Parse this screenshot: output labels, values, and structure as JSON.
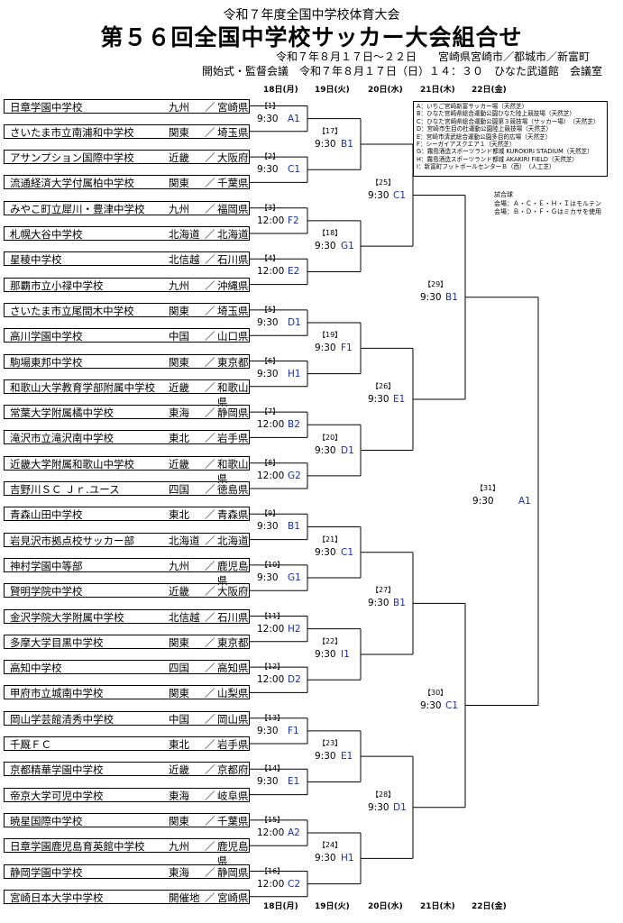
{
  "header": {
    "subtitle": "令和７年度全国中学校体育大会",
    "title": "第５６回全国中学校サッカー大会組合せ",
    "period_line": "令和７年８月１７日～２２日　　宮崎県宮崎市／都城市／新富町",
    "opening_line": "開始式・監督会議　令和７年８月１７日（日）１４：３０　ひなた武道館　会議室"
  },
  "days": [
    "18日(月)",
    "19日(火)",
    "20日(水)",
    "21日(木)",
    "22日(金)"
  ],
  "teams": [
    {
      "name": "日章学園中学校",
      "region": "九州",
      "pref": "宮崎県"
    },
    {
      "name": "さいたま市立南浦和中学校",
      "region": "関東",
      "pref": "埼玉県"
    },
    {
      "name": "アサンプション国際中学校",
      "region": "近畿",
      "pref": "大阪府"
    },
    {
      "name": "流通経済大学付属柏中学校",
      "region": "関東",
      "pref": "千葉県"
    },
    {
      "name": "みやこ町立犀川・豊津中学校",
      "region": "九州",
      "pref": "福岡県"
    },
    {
      "name": "札幌大谷中学校",
      "region": "北海道",
      "pref": "北海道"
    },
    {
      "name": "星稜中学校",
      "region": "北信越",
      "pref": "石川県"
    },
    {
      "name": "那覇市立小禄中学校",
      "region": "九州",
      "pref": "沖縄県"
    },
    {
      "name": "さいたま市立尾間木中学校",
      "region": "関東",
      "pref": "埼玉県"
    },
    {
      "name": "高川学園中学校",
      "region": "中国",
      "pref": "山口県"
    },
    {
      "name": "駒場東邦中学校",
      "region": "関東",
      "pref": "東京都"
    },
    {
      "name": "和歌山大学教育学部附属中学校",
      "region": "近畿",
      "pref": "和歌山県"
    },
    {
      "name": "常葉大学附属橘中学校",
      "region": "東海",
      "pref": "静岡県"
    },
    {
      "name": "滝沢市立滝沢南中学校",
      "region": "東北",
      "pref": "岩手県"
    },
    {
      "name": "近畿大学附属和歌山中学校",
      "region": "近畿",
      "pref": "和歌山県"
    },
    {
      "name": "吉野川ＳＣ Ｊｒ.ユース",
      "region": "四国",
      "pref": "徳島県"
    },
    {
      "name": "青森山田中学校",
      "region": "東北",
      "pref": "青森県"
    },
    {
      "name": "岩見沢市拠点校サッカー部",
      "region": "北海道",
      "pref": "北海道"
    },
    {
      "name": "神村学園中等部",
      "region": "九州",
      "pref": "鹿児島県"
    },
    {
      "name": "賢明学院中学校",
      "region": "近畿",
      "pref": "大阪府"
    },
    {
      "name": "金沢学院大学附属中学校",
      "region": "北信越",
      "pref": "石川県"
    },
    {
      "name": "多摩大学目黒中学校",
      "region": "関東",
      "pref": "東京都"
    },
    {
      "name": "高知中学校",
      "region": "四国",
      "pref": "高知県"
    },
    {
      "name": "甲府市立城南中学校",
      "region": "関東",
      "pref": "山梨県"
    },
    {
      "name": "岡山学芸館清秀中学校",
      "region": "中国",
      "pref": "岡山県"
    },
    {
      "name": "千厩ＦＣ",
      "region": "東北",
      "pref": "岩手県"
    },
    {
      "name": "京都精華学園中学校",
      "region": "近畿",
      "pref": "京都府"
    },
    {
      "name": "帝京大学可児中学校",
      "region": "東海",
      "pref": "岐阜県"
    },
    {
      "name": "暁星国際中学校",
      "region": "関東",
      "pref": "千葉県"
    },
    {
      "name": "日章学園鹿児島育英館中学校",
      "region": "九州",
      "pref": "鹿児島県"
    },
    {
      "name": "静岡学園中学校",
      "region": "東海",
      "pref": "静岡県"
    },
    {
      "name": "宮崎日本大学中学校",
      "region": "開催地",
      "pref": "宮崎県"
    }
  ],
  "slash": "／",
  "matches": [
    {
      "no": "【1】",
      "time": "9:30",
      "venue": "A1"
    },
    {
      "no": "【2】",
      "time": "9:30",
      "venue": "C1"
    },
    {
      "no": "【3】",
      "time": "12:00",
      "venue": "F2"
    },
    {
      "no": "【4】",
      "time": "12:00",
      "venue": "E2"
    },
    {
      "no": "【5】",
      "time": "9:30",
      "venue": "D1"
    },
    {
      "no": "【6】",
      "time": "9:30",
      "venue": "H1"
    },
    {
      "no": "【7】",
      "time": "12:00",
      "venue": "B2"
    },
    {
      "no": "【8】",
      "time": "12:00",
      "venue": "G2"
    },
    {
      "no": "【9】",
      "time": "9:30",
      "venue": "B1"
    },
    {
      "no": "【10】",
      "time": "9:30",
      "venue": "G1"
    },
    {
      "no": "【11】",
      "time": "12:00",
      "venue": "H2"
    },
    {
      "no": "【12】",
      "time": "12:00",
      "venue": "D2"
    },
    {
      "no": "【13】",
      "time": "9:30",
      "venue": "F1"
    },
    {
      "no": "【14】",
      "time": "9:30",
      "venue": "E1"
    },
    {
      "no": "【15】",
      "time": "12:00",
      "venue": "A2"
    },
    {
      "no": "【16】",
      "time": "12:00",
      "venue": "C2"
    },
    {
      "no": "【17】",
      "time": "9:30",
      "venue": "B1"
    },
    {
      "no": "【18】",
      "time": "9:30",
      "venue": "G1"
    },
    {
      "no": "【19】",
      "time": "9:30",
      "venue": "F1"
    },
    {
      "no": "【20】",
      "time": "9:30",
      "venue": "D1"
    },
    {
      "no": "【21】",
      "time": "9:30",
      "venue": "C1"
    },
    {
      "no": "【22】",
      "time": "9:30",
      "venue": "I1"
    },
    {
      "no": "【23】",
      "time": "9:30",
      "venue": "E1"
    },
    {
      "no": "【24】",
      "time": "9:30",
      "venue": "H1"
    },
    {
      "no": "【25】",
      "time": "9:30",
      "venue": "C1"
    },
    {
      "no": "【26】",
      "time": "9:30",
      "venue": "E1"
    },
    {
      "no": "【27】",
      "time": "9:30",
      "venue": "B1"
    },
    {
      "no": "【28】",
      "time": "9:30",
      "venue": "D1"
    },
    {
      "no": "【29】",
      "time": "9:30",
      "venue": "B1"
    },
    {
      "no": "【30】",
      "time": "9:30",
      "venue": "C1"
    },
    {
      "no": "【31】",
      "time": "9:30",
      "venue": "A1"
    }
  ],
  "venues": [
    "A：いちご宮崎新富サッカー場（天然芝）",
    "B：ひなた宮崎県総合運動公園ひなた陸上競技場（天然芝）",
    "C：ひなた宮崎県総合運動公園第３競技場（サッカー場）　（天然芝）",
    "D：宮崎市生目の杜運動公園陸上競技場（天然芝）",
    "E：宮崎市清武総合運動公園多目的広場（天然芝）",
    "F：シーガイアスクエア１（天然芝）",
    "G：霧島酒造スポーツランド都城 KUROKIRI STADIUM（天然芝）",
    "H：霧島酒造スポーツランド都城 AKAKIRI FIELD（天然芝）",
    "I：新富町フットボールセンターＢ（西）　（人工芝）"
  ],
  "ball_note": {
    "title": "試合球",
    "line1": "会場：Ａ・Ｃ・Ｅ・Ｈ・Ｉはモルテン",
    "line2": "会場：Ｂ・Ｄ・Ｆ・Ｇはミカサを使用"
  }
}
